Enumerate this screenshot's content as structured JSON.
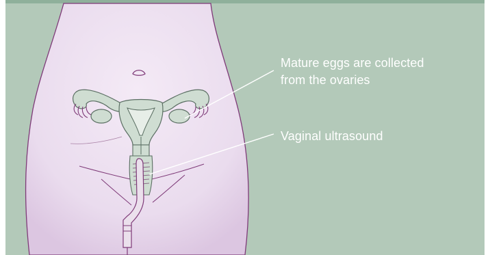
{
  "labels": {
    "eggs": {
      "line1": "Mature eggs are collected",
      "line2": "from the ovaries"
    },
    "ultrasound": "Vaginal ultrasound"
  },
  "colors": {
    "background": "#b3c9b9",
    "top_band": "#8fb09b",
    "body_fill": "#efe2f2",
    "body_outline": "#7e3a78",
    "organ_fill": "#cfddd2",
    "organ_outline": "#5a6e62",
    "probe_fill": "#ebe0ec",
    "leader_line": "#ffffff",
    "label_text": "#ffffff"
  }
}
